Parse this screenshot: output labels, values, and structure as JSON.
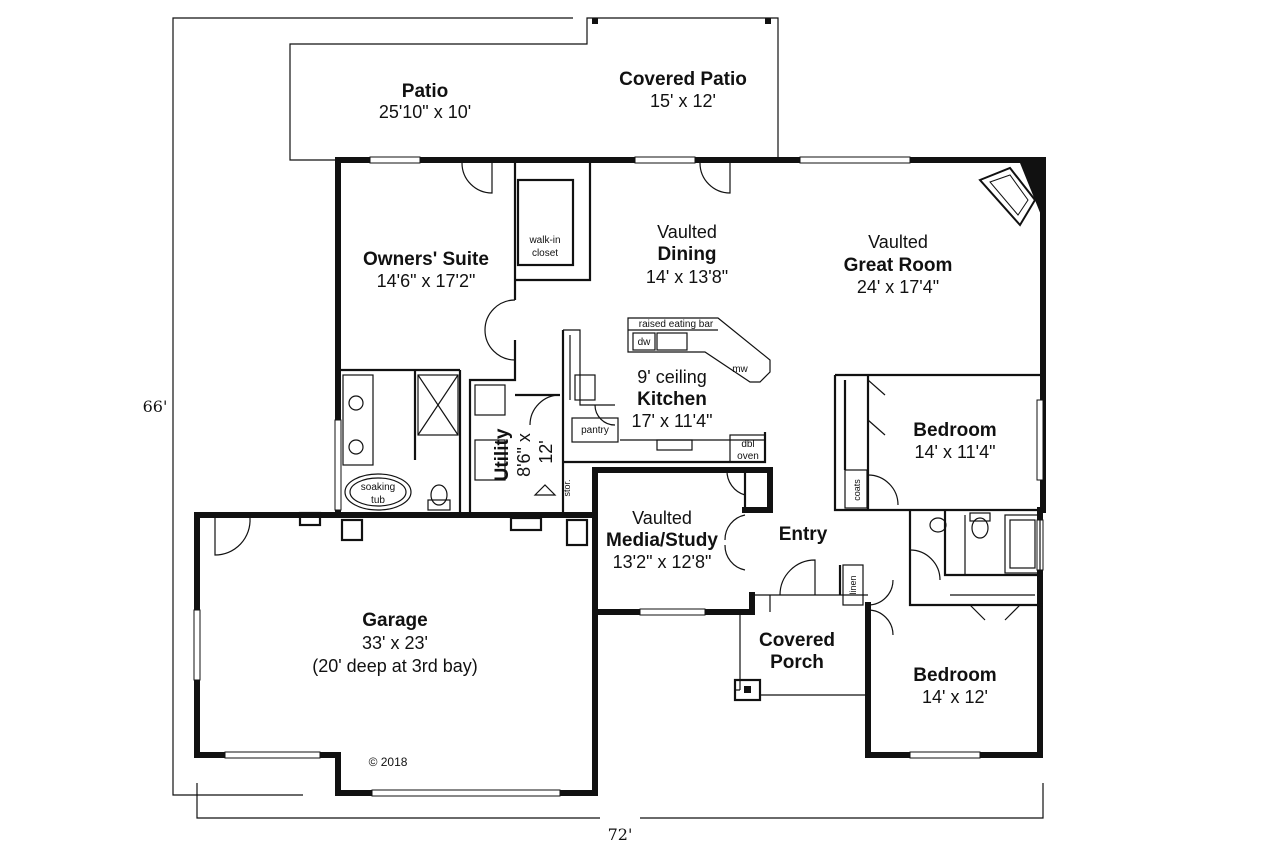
{
  "plan": {
    "copyright": "© 2018",
    "overall_depth": "66'",
    "overall_width": "72'"
  },
  "rooms": {
    "patio": {
      "name": "Patio",
      "dim": "25'10\" x 10'"
    },
    "covered_patio": {
      "name": "Covered Patio",
      "dim": "15' x 12'"
    },
    "owners_suite": {
      "name": "Owners' Suite",
      "dim": "14'6\" x 17'2\""
    },
    "dining": {
      "pre": "Vaulted",
      "name": "Dining",
      "dim": "14' x 13'8\""
    },
    "great_room": {
      "pre": "Vaulted",
      "name": "Great Room",
      "dim": "24' x 17'4\""
    },
    "kitchen": {
      "pre": "9' ceiling",
      "name": "Kitchen",
      "dim": "17' x 11'4\""
    },
    "utility": {
      "name": "Utility",
      "dim1": "8'6\" x",
      "dim2": "12'"
    },
    "bedroom_1": {
      "name": "Bedroom",
      "dim": "14' x 11'4\""
    },
    "media_study": {
      "pre": "Vaulted",
      "name": "Media/Study",
      "dim": "13'2\" x 12'8\""
    },
    "entry": {
      "name": "Entry"
    },
    "garage": {
      "name": "Garage",
      "dim": "33' x 23'",
      "note": "(20' deep at 3rd bay)"
    },
    "covered_porch": {
      "name1": "Covered",
      "name2": "Porch"
    },
    "bedroom_2": {
      "name": "Bedroom",
      "dim": "14' x 12'"
    }
  },
  "fixtures": {
    "walk_in_1": "walk-in",
    "walk_in_2": "closet",
    "raised_bar": "raised eating bar",
    "dw": "dw",
    "mw": "mw",
    "pantry": "pantry",
    "dbl_oven_1": "dbl",
    "dbl_oven_2": "oven",
    "soaking_1": "soaking",
    "soaking_2": "tub",
    "stor": "stor.",
    "coats": "coats",
    "linen": "linen"
  }
}
